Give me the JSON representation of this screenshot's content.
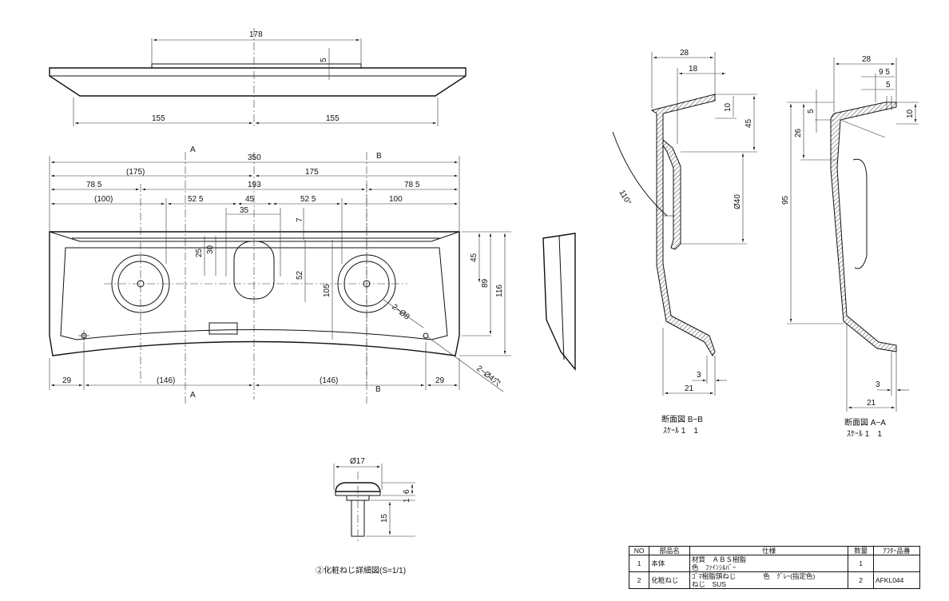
{
  "top_view": {
    "dim_178": "178",
    "dim_5": "5",
    "dim_155_left": "155",
    "dim_155_right": "155"
  },
  "front_view": {
    "section_A_top": "A",
    "section_A_bottom": "A",
    "section_B_top": "B",
    "section_B_bottom": "B",
    "dim_350": "350",
    "dim_175_paren": "(175)",
    "dim_175": "175",
    "dim_78_5_left": "78 5",
    "dim_193": "193",
    "dim_78_5_right": "78 5",
    "dim_100_paren": "(100)",
    "dim_52_5_left": "52 5",
    "dim_45": "45",
    "dim_52_5_right": "52 5",
    "dim_100": "100",
    "dim_35": "35",
    "dim_7": "7",
    "dim_25": "25",
    "dim_30": "30",
    "dim_52": "52",
    "dim_105": "105",
    "dim_45_right": "45",
    "dim_89": "89",
    "dim_116": "116",
    "hole_8": "2−Ø8",
    "hole_4": "2−Ø4穴",
    "dim_29_left": "29",
    "dim_146_left": "(146)",
    "dim_146_right": "(146)",
    "dim_29_right": "29"
  },
  "section_bb": {
    "dim_28": "28",
    "dim_18": "18",
    "dim_10": "10",
    "dim_45": "45",
    "dim_40": "Ø40",
    "angle_110": "110°",
    "dim_3": "3",
    "dim_21": "21",
    "title": "断面図 B−B",
    "scale": "ｽｹｰﾙ 1　1"
  },
  "section_aa": {
    "dim_28": "28",
    "dim_9_5": "9 5",
    "dim_5_top": "5",
    "dim_5_left": "5",
    "dim_10": "10",
    "dim_26": "26",
    "dim_95": "95",
    "dim_3": "3",
    "dim_21": "21",
    "title": "断面図 A−A",
    "scale": "ｽｹｰﾙ 1　1"
  },
  "screw_detail": {
    "dim_17": "Ø17",
    "dim_6": "6",
    "dim_1": "1",
    "dim_15": "15",
    "title": "②化粧ねじ詳細図(S=1/1)"
  },
  "parts_table": {
    "headers": [
      "NO",
      "部品名",
      "仕様",
      "数量",
      "ｱﾌﾀｰ品番"
    ],
    "rows": [
      {
        "no": "1",
        "name": "本体",
        "spec_line1": "材質　ＡＢＳ樹脂",
        "spec_line2": "色　ﾌｧｲﾝｼﾙﾊﾞｰ",
        "qty": "1",
        "part_no": ""
      },
      {
        "no": "2",
        "name": "化粧ねじ",
        "spec_line1": "ｺﾞﾏ樹脂頭ねじ　　　　色　ｸﾞﾚｰ(指定色)",
        "spec_line2": "ねじ　SUS",
        "qty": "2",
        "part_no": "AFKL044"
      }
    ]
  }
}
